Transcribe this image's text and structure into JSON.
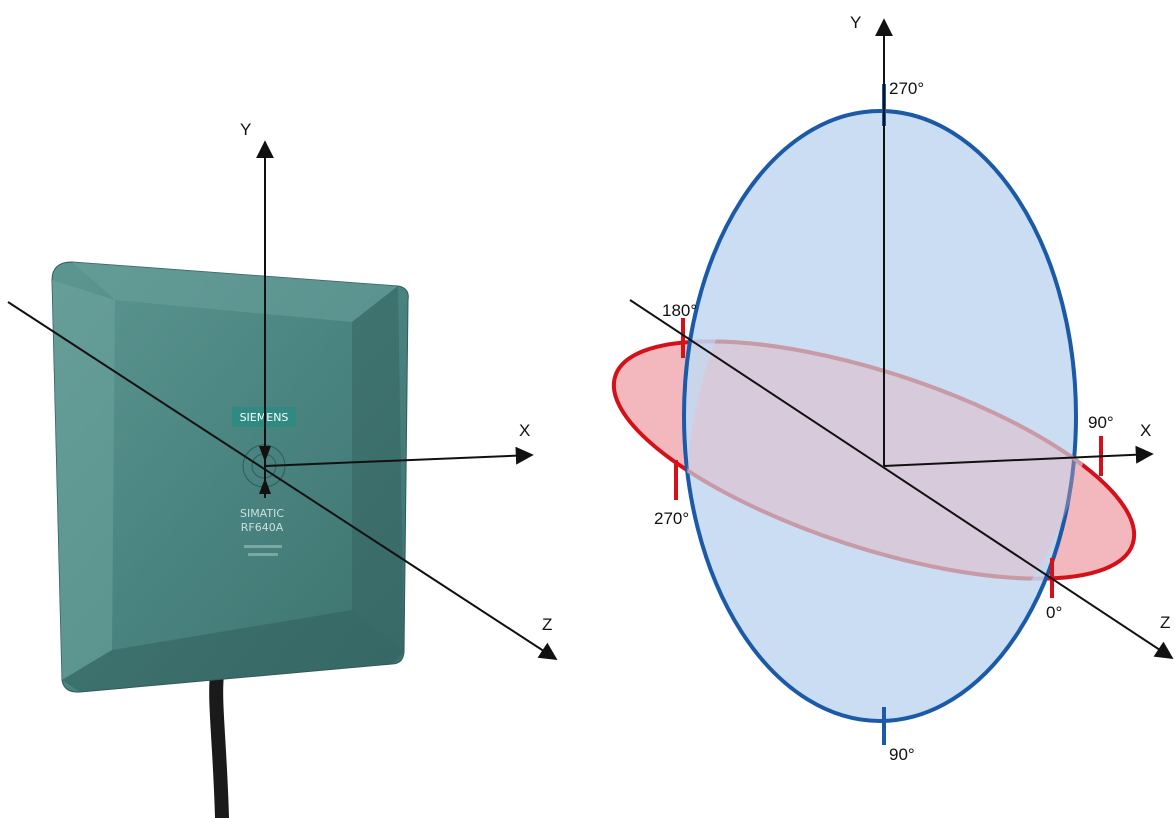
{
  "antenna": {
    "brand_label": "SIEMENS",
    "product_line1": "SIMATIC",
    "product_line2": "RF640A",
    "body_color": "#46807b",
    "cable_color": "#1a1a1a"
  },
  "left_axes": {
    "y": "Y",
    "x": "X",
    "z": "Z"
  },
  "right_axes": {
    "y": "Y",
    "x": "X",
    "z": "Z"
  },
  "vertical_plane": {
    "fill": "#c3d8f1",
    "stroke": "#1a5aa8",
    "angle_top": "270°",
    "angle_bottom": "90°"
  },
  "horizontal_plane": {
    "fill": "#f2b8bd",
    "stroke": "#d41118",
    "angle_back": "180°",
    "angle_left": "270°",
    "angle_right": "90°",
    "angle_front": "0°"
  }
}
